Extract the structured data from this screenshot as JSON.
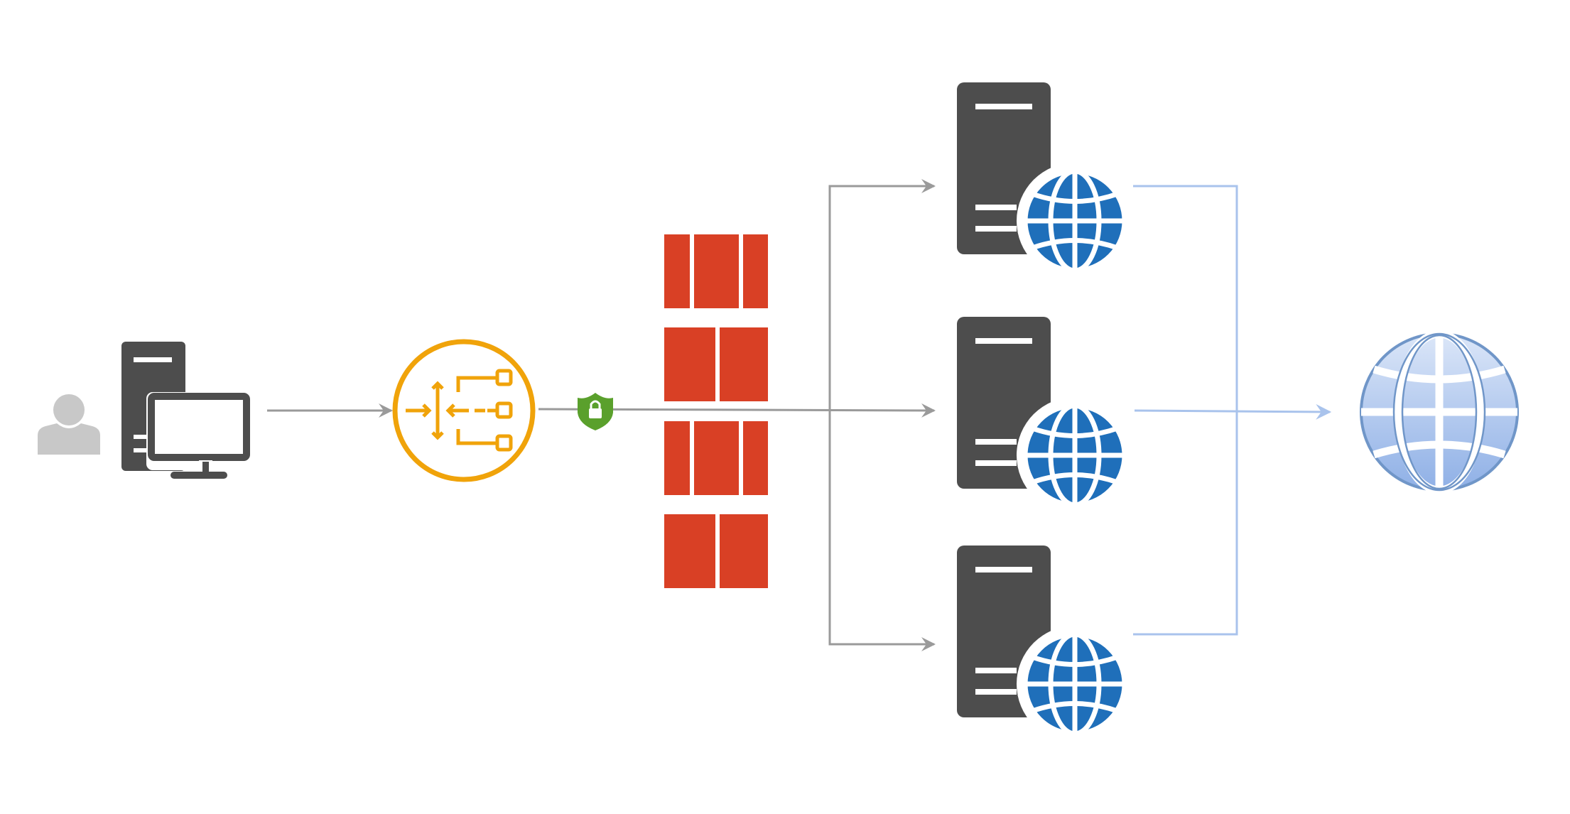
{
  "diagram": {
    "nodes": [
      {
        "id": "user",
        "icon": "user-icon"
      },
      {
        "id": "client",
        "icon": "desktop-computer-icon"
      },
      {
        "id": "load-balancer",
        "icon": "load-balancer-icon"
      },
      {
        "id": "ssl",
        "icon": "shield-lock-icon"
      },
      {
        "id": "firewall",
        "icon": "firewall-icon"
      },
      {
        "id": "web-server-1",
        "icon": "web-server-icon"
      },
      {
        "id": "web-server-2",
        "icon": "web-server-icon"
      },
      {
        "id": "web-server-3",
        "icon": "web-server-icon"
      },
      {
        "id": "internet",
        "icon": "globe-icon"
      }
    ],
    "edges": [
      {
        "from": "client",
        "to": "load-balancer"
      },
      {
        "from": "load-balancer",
        "to": "web-server-1"
      },
      {
        "from": "load-balancer",
        "to": "web-server-2"
      },
      {
        "from": "load-balancer",
        "to": "web-server-3"
      },
      {
        "from": "web-server-1",
        "to": "internet"
      },
      {
        "from": "web-server-2",
        "to": "internet"
      },
      {
        "from": "web-server-3",
        "to": "internet"
      }
    ]
  },
  "colors": {
    "dark_gray": "#4d4d4d",
    "light_gray_user": "#c8c8c8",
    "connector_gray": "#999999",
    "load_balancer_orange": "#f0a30a",
    "firewall_red": "#d94025",
    "shield_green": "#5aa02c",
    "globe_blue": "#1f6fba",
    "globe_light_blue": "#a9c3ec",
    "internet_connector": "#a9c3ec"
  }
}
